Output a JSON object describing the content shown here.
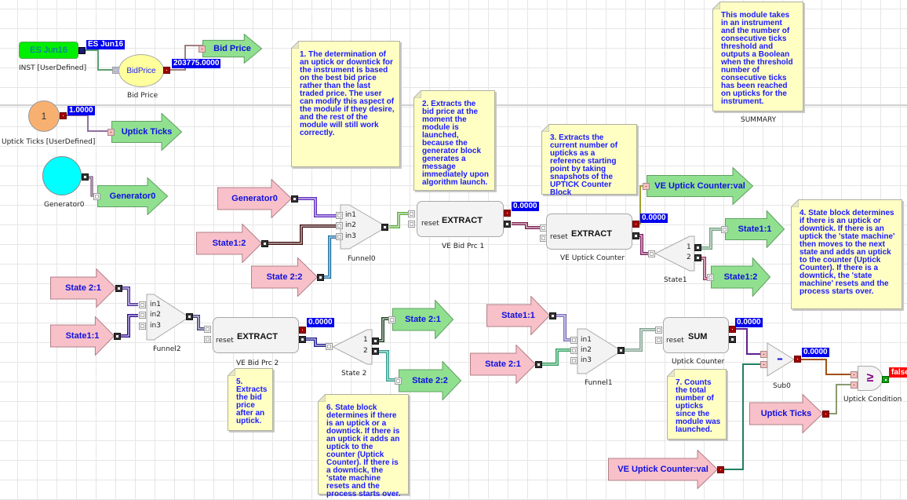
{
  "instrument": {
    "value": "ES Jun16",
    "label": "INST [UserDefined]",
    "output": "ES Jun16",
    "color": "#00ee00"
  },
  "bid_price": {
    "name": "BidPrice",
    "label": "Bid Price",
    "output": "203775.0000",
    "arrow": "Bid Price"
  },
  "uptick_ticks_input": {
    "value": "1",
    "label": "Uptick Ticks [UserDefined]",
    "output": "1.0000",
    "arrow": "Uptick Ticks"
  },
  "generator": {
    "label": "Generator0",
    "arrow": "Generator0"
  },
  "notes": {
    "n1": "1. The determination of an uptick or downtick for the instrument is based on the best bid price rather than the last traded price. The user can modify this aspect of the module if they desire, and the rest of the module will still work correctly.",
    "n2": "2. Extracts the bid price at the moment the module is launched, because the generator block generates a message immediately upon algorithm launch.",
    "n3": "3. Extracts the current number of upticks as a reference starting point by taking snapshots of the UPTICK Counter Block",
    "n4": "4. State block determines if there is an uptick or downtick. If there is an uptick the 'state machine' then moves to the next state and adds an uptick to the counter (Uptick Counter). If there is a downtick, the 'state machine' resets and the process starts over.",
    "n5": "5. Extracts the bid price after an uptick.",
    "n6": "6. State block determines if there is an uptick or a downtick. If there is an uptick it adds an uptick to the counter (Uptick Counter). If there is a downtick, the 'state machine resets and the process starts over.",
    "n7": "7. Counts the total number of upticks since the module was launched.",
    "summary": "This module takes in an instrument and the number of consecutive ticks threshold and outputs a Boolean when the threshold number of consecutive ticks has been reached on upticks for the instrument.",
    "summary_label": "SUMMARY"
  },
  "funnel0": {
    "label": "Funnel0",
    "inputs": [
      "in1",
      "in2",
      "in3"
    ],
    "sources": [
      "Generator0",
      "State1:2",
      "State 2:2"
    ]
  },
  "funnel1": {
    "label": "Funnel1",
    "inputs": [
      "in1",
      "in2",
      "in3"
    ],
    "sources": [
      "State1:1",
      "State 2:1"
    ]
  },
  "funnel2": {
    "label": "Funnel2",
    "inputs": [
      "in1",
      "in2",
      "in3"
    ],
    "sources": [
      "State 2:1",
      "State1:1"
    ]
  },
  "ve_bid_prc_1": {
    "title": "EXTRACT",
    "reset": "reset",
    "label": "VE Bid Prc 1",
    "output": "0.0000"
  },
  "ve_uptick_counter": {
    "title": "EXTRACT",
    "reset": "reset",
    "label": "VE Uptick Counter",
    "output": "0.0000",
    "arrow": "VE Uptick Counter:val"
  },
  "ve_bid_prc_2": {
    "title": "EXTRACT",
    "reset": "reset",
    "label": "VE Bid Prc 2",
    "output": "0.0000"
  },
  "state1": {
    "label": "State1",
    "outputs": [
      "1",
      "2"
    ],
    "arrows": [
      "State1:1",
      "State1:2"
    ]
  },
  "state2": {
    "label": "State 2",
    "outputs": [
      "1",
      "2"
    ],
    "arrows": [
      "State 2:1",
      "State 2:2"
    ]
  },
  "uptick_counter": {
    "title": "SUM",
    "reset": "reset",
    "label": "Uptick Counter",
    "output": "0.0000"
  },
  "sub0": {
    "label": "Sub0",
    "symbol": "–",
    "output": "0.0000",
    "input_arrow": "VE Uptick Counter:val"
  },
  "uptick_condition": {
    "label": "Uptick Condition",
    "symbol": "≥",
    "output": "false",
    "input_arrow": "Uptick Ticks"
  }
}
